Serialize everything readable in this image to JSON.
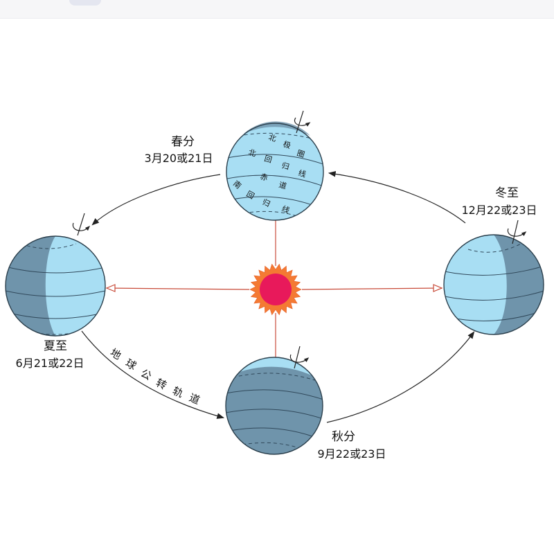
{
  "seasons": {
    "spring": {
      "name": "春分",
      "date": "3月20或21日"
    },
    "summer": {
      "name": "夏至",
      "date": "6月21或22日"
    },
    "autumn": {
      "name": "秋分",
      "date": "9月22或23日"
    },
    "winter": {
      "name": "冬至",
      "date": "12月22或23日"
    }
  },
  "orbit_label": "地球公转轨道",
  "latitude_labels": {
    "arctic_circle": "北极圈",
    "tropic_of_cancer": "北回归线",
    "equator": "赤道",
    "tropic_of_capricorn": "南回归线"
  },
  "colors": {
    "globe_day": "#a8def3",
    "globe_night": "#6f94ab",
    "globe_outline": "#2b3f4c",
    "sun_core": "#e8195b",
    "sun_corona": "#f47a33",
    "sun_rays": "#c84a38",
    "orbit": "#222222"
  },
  "icons": [
    "sun-icon",
    "rotation-arrow-icon"
  ]
}
